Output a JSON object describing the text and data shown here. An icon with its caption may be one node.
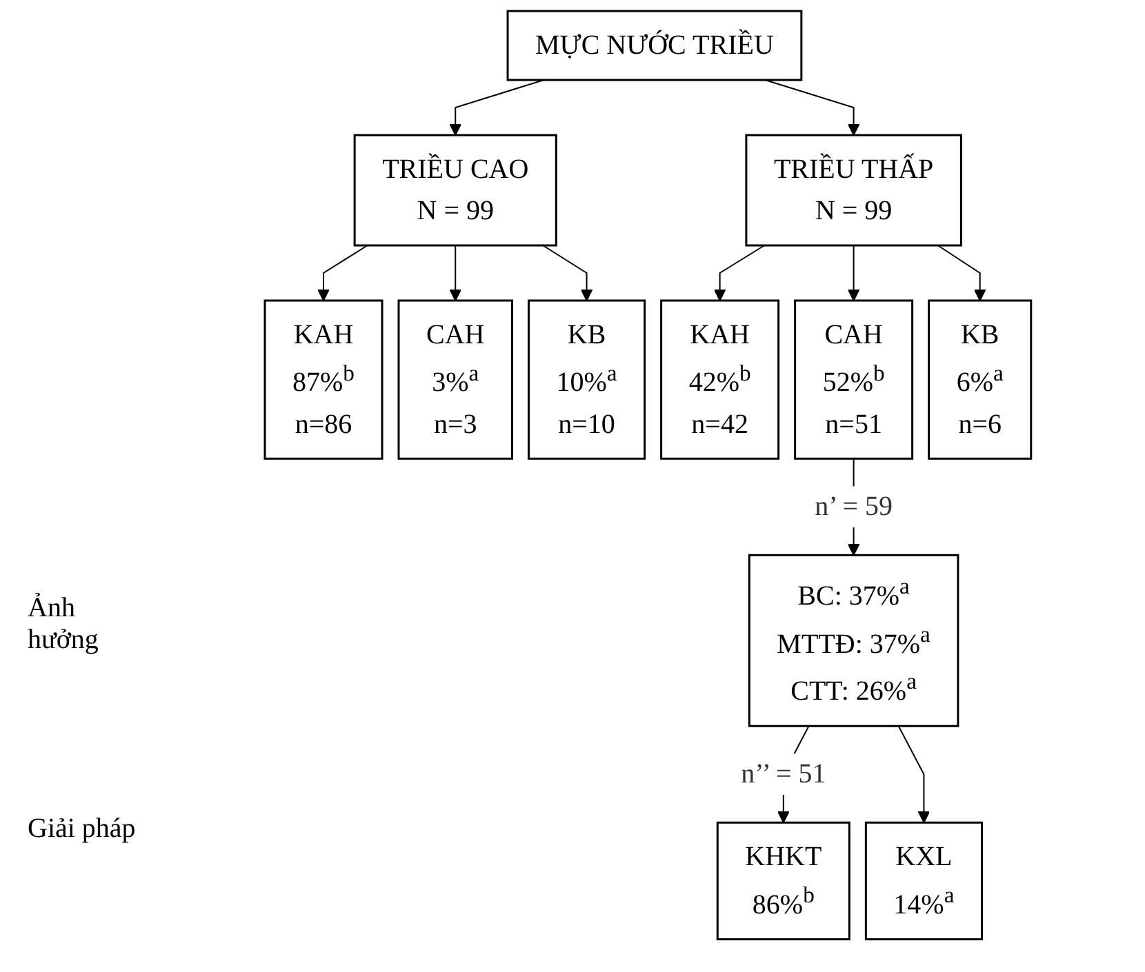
{
  "diagram": {
    "nodes": [
      {
        "text": [
          "MỰC NƯỚC TRIỀU"
        ]
      },
      {
        "text": [
          "TRIỀU CAO",
          "N = 99"
        ]
      },
      {
        "text": [
          "TRIỀU THẤP",
          "N = 99"
        ]
      },
      {
        "text": [
          "KAH",
          "87%$^{b}$",
          "n=86"
        ]
      },
      {
        "text": [
          "CAH",
          "3%$^{a}$",
          "n=3"
        ]
      },
      {
        "text": [
          "KB",
          "10%$^{a}$",
          "n=10"
        ]
      },
      {
        "text": [
          "KAH",
          "42%$^{b}$",
          "n=42"
        ]
      },
      {
        "text": [
          "CAH",
          "52%$^{b}$",
          "n=51"
        ]
      },
      {
        "text": [
          "KB",
          "6%$^{a}$",
          "n=6"
        ]
      },
      {
        "text": [
          "BC: 37%$^{a}$",
          "MTTĐ: 37%$^{a}$",
          "CTT: 26%$^{a}$"
        ]
      },
      {
        "text": [
          "KHKT",
          "86%$^{b}$"
        ]
      },
      {
        "text": [
          "KXL",
          "14%$^{a}$"
        ]
      }
    ],
    "edges": [
      {
        "from": 0,
        "to": 1,
        "arrow": "to"
      },
      {
        "from": 0,
        "to": 2,
        "arrow": "to"
      },
      {
        "from": 1,
        "to": 3,
        "arrow": "to"
      },
      {
        "from": 1,
        "to": 4,
        "arrow": "to"
      },
      {
        "from": 1,
        "to": 5,
        "arrow": "to"
      },
      {
        "from": 2,
        "to": 6,
        "arrow": "to"
      },
      {
        "from": 2,
        "to": 7,
        "arrow": "to"
      },
      {
        "from": 2,
        "to": 8,
        "arrow": "to"
      },
      {
        "from": 7,
        "to": 9,
        "arrow": "to",
        "label": "n’ = 59"
      },
      {
        "from": 9,
        "to": 10,
        "arrow": "to",
        "label": "n’’ = 51"
      },
      {
        "from": 9,
        "to": 11,
        "arrow": "to"
      }
    ],
    "labels": [
      "Ảnh hưởng",
      "Giải pháp"
    ]
  }
}
